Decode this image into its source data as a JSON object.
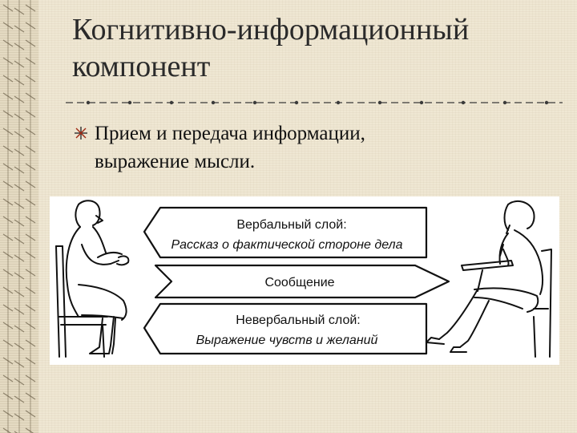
{
  "slide": {
    "title_line1": "Когнитивно-информационный",
    "title_line2": "компонент",
    "bullet_line1": "Прием и передача информации,",
    "bullet_line2": "выражение мысли.",
    "bullet_icon": "ornamental-star-icon"
  },
  "figure": {
    "verbal_title": "Вербальный слой:",
    "verbal_text": "Рассказ о фактической стороне  дела",
    "message": "Сообщение",
    "nonverbal_title": "Невербальный слой:",
    "nonverbal_text": "Выражение чувств и желаний"
  }
}
